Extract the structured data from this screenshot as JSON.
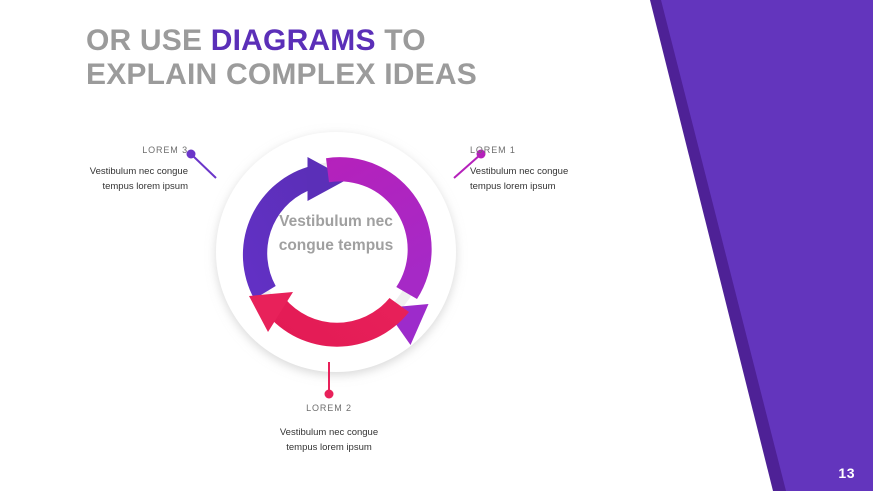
{
  "slide": {
    "page_number": "13",
    "background_color": "#ffffff",
    "accent_purple": "#5b2fb8",
    "accent_magenta": "#b521bb",
    "accent_pink": "#e8215a",
    "title_gray": "#9b9b9b"
  },
  "title": {
    "line1_part1": "OR USE ",
    "line1_accent": "DIAGRAMS",
    "line1_part2": " TO",
    "line2": "EXPLAIN COMPLEX IDEAS"
  },
  "diagram": {
    "center_line1": "Vestibulum nec",
    "center_line2": "congue tempus",
    "segments": [
      {
        "name": "segment-purple",
        "color": "#5b2fb8",
        "label_ref": "lorem3"
      },
      {
        "name": "segment-magenta",
        "color": "#b521bb",
        "label_ref": "lorem1"
      },
      {
        "name": "segment-pink",
        "color": "#e8215a",
        "label_ref": "lorem2"
      }
    ]
  },
  "callouts": [
    {
      "id": "lorem3",
      "kicker": "LOREM 3",
      "body_line1": "Vestibulum nec congue",
      "body_line2": "tempus lorem ipsum",
      "dot_color": "#6b36c9"
    },
    {
      "id": "lorem1",
      "kicker": "LOREM 1",
      "body_line1": "Vestibulum nec congue",
      "body_line2": "tempus lorem ipsum",
      "dot_color": "#b521bb"
    },
    {
      "id": "lorem2",
      "kicker": "LOREM 2",
      "body_line1": "Vestibulum nec congue",
      "body_line2": "tempus lorem ipsum",
      "dot_color": "#e8215a"
    }
  ]
}
